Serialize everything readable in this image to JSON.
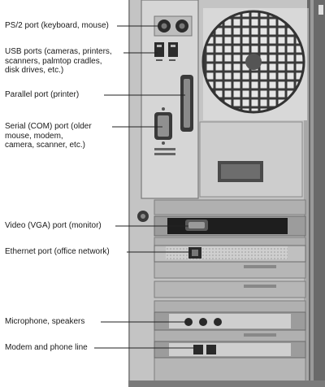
{
  "labels": {
    "ps2": "PS/2 port (keyboard, mouse)",
    "usb": "USB ports (cameras, printers,\nscanners, palmtop cradles,\ndisk drives, etc.)",
    "parallel": "Parallel port (printer)",
    "serial": "Serial (COM) port (older\nmouse, modem,\ncamera, scanner, etc.)",
    "video": "Video (VGA) port (monitor)",
    "ethernet": "Ethernet port (office network)",
    "audio": "Microphone, speakers",
    "modem": "Modem and phone line"
  }
}
